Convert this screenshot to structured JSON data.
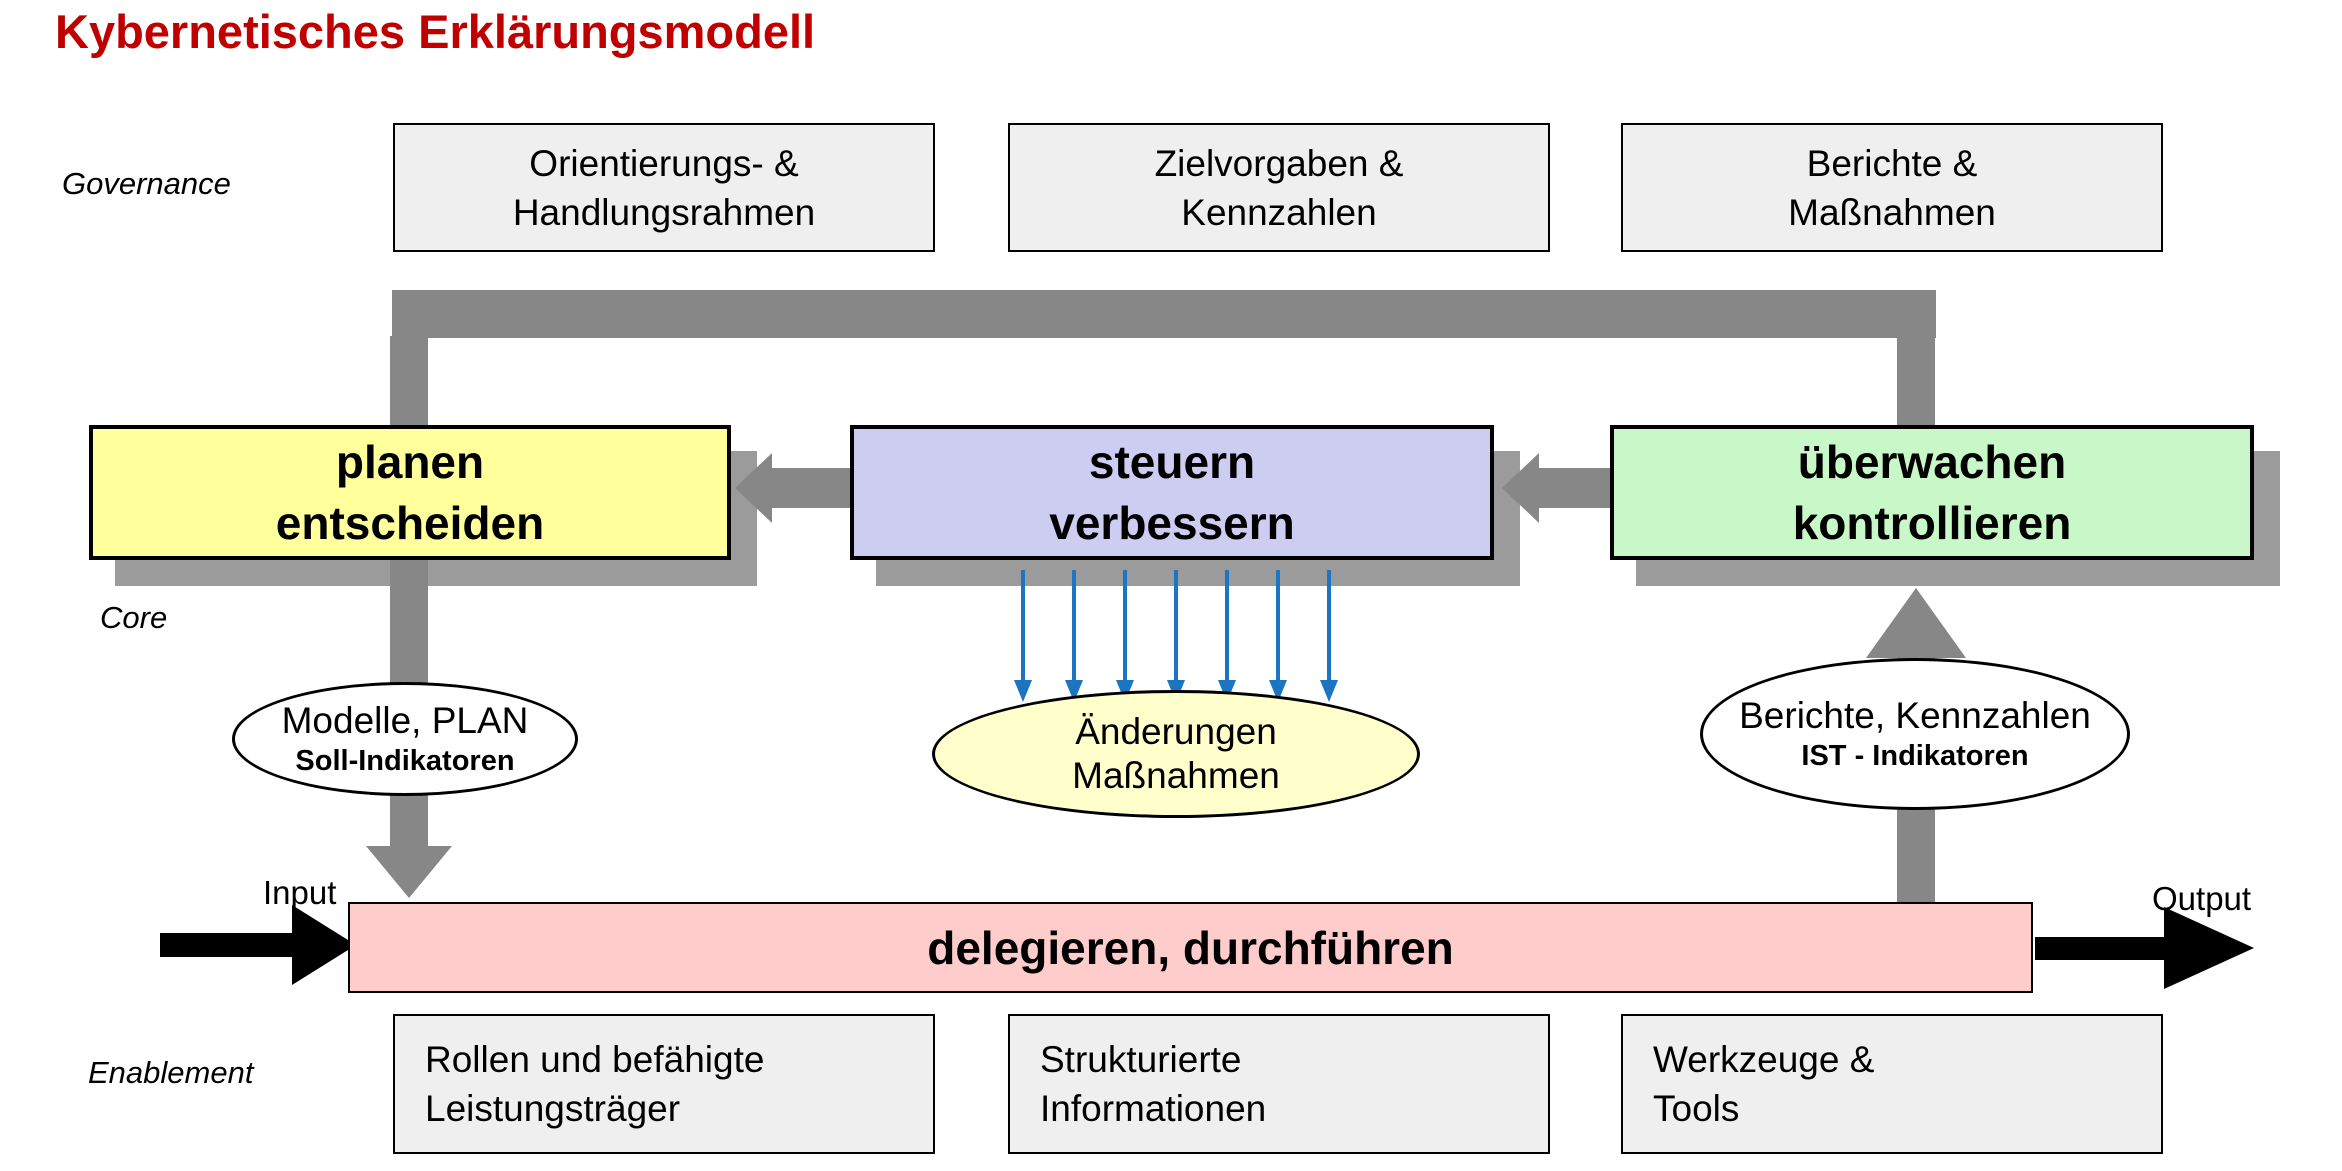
{
  "title": "Kybernetisches Erklärungsmodell",
  "lane_labels": {
    "governance": "Governance",
    "core": "Core",
    "enablement": "Enablement"
  },
  "governance_boxes": [
    {
      "lines": [
        "Orientierungs- &",
        "Handlungsrahmen"
      ]
    },
    {
      "lines": [
        "Zielvorgaben &",
        "Kennzahlen"
      ]
    },
    {
      "lines": [
        "Berichte &",
        "Maßnahmen"
      ]
    }
  ],
  "core_boxes": [
    {
      "lines": [
        "planen",
        "entscheiden"
      ],
      "fill": "#ffff9c"
    },
    {
      "lines": [
        "steuern",
        "verbessern"
      ],
      "fill": "#cdcdf2"
    },
    {
      "lines": [
        "überwachen",
        "kontrollieren"
      ],
      "fill": "#c8f7c8"
    }
  ],
  "artifact_ellipses": [
    {
      "line1": "Modelle, PLAN",
      "line2": "Soll-Indikatoren",
      "fill": "#ffffff"
    },
    {
      "line1": "Änderungen",
      "line2": "Maßnahmen",
      "fill": "#ffffcc"
    },
    {
      "line1": "Berichte, Kennzahlen",
      "line2": "IST - Indikatoren",
      "fill": "#ffffff"
    }
  ],
  "process_bar": {
    "label": "delegieren, durchführen",
    "fill": "#ffcccc"
  },
  "io_labels": {
    "input": "Input",
    "output": "Output"
  },
  "enablement_boxes": [
    {
      "lines": [
        "Rollen und befähigte",
        "Leistungsträger"
      ]
    },
    {
      "lines": [
        "Strukturierte",
        "Informationen"
      ]
    },
    {
      "lines": [
        "Werkzeuge &",
        "Tools"
      ]
    }
  ],
  "colors": {
    "title_red": "#c00000",
    "flow_arrow_gray": "#878787",
    "box_shadow_gray": "#9b9b9b",
    "governance_box_fill": "#efefef",
    "blue_arrow": "#1b75c0",
    "io_arrow_black": "#000000"
  }
}
